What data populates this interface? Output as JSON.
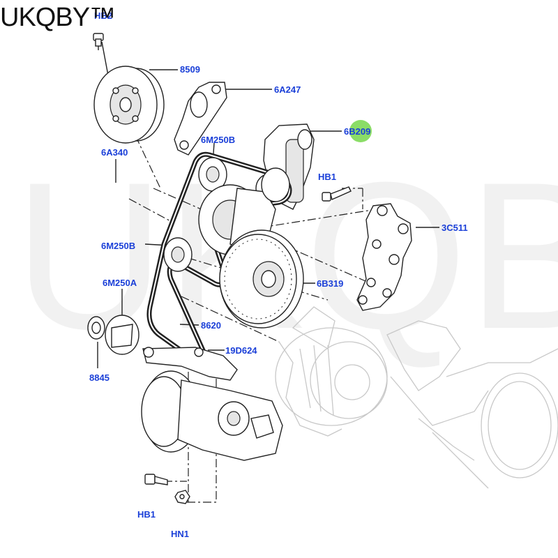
{
  "brand": "UKQBY™",
  "watermark": "UKQBY™",
  "colors": {
    "label": "#1a3fd8",
    "highlight": "#7ed957",
    "line": "#222222"
  },
  "labels": {
    "hb2": "HB2",
    "p8509": "8509",
    "p6a247": "6A247",
    "p6b209": "6B209",
    "p6m250b_top": "6M250B",
    "p6a340": "6A340",
    "hb1_top": "HB1",
    "p3c511": "3C511",
    "p6m250b_mid": "6M250B",
    "p6b319": "6B319",
    "p6m250a": "6M250A",
    "p8620": "8620",
    "p19d624": "19D624",
    "p8845": "8845",
    "hb1_bottom": "HB1",
    "hn1": "HN1"
  }
}
